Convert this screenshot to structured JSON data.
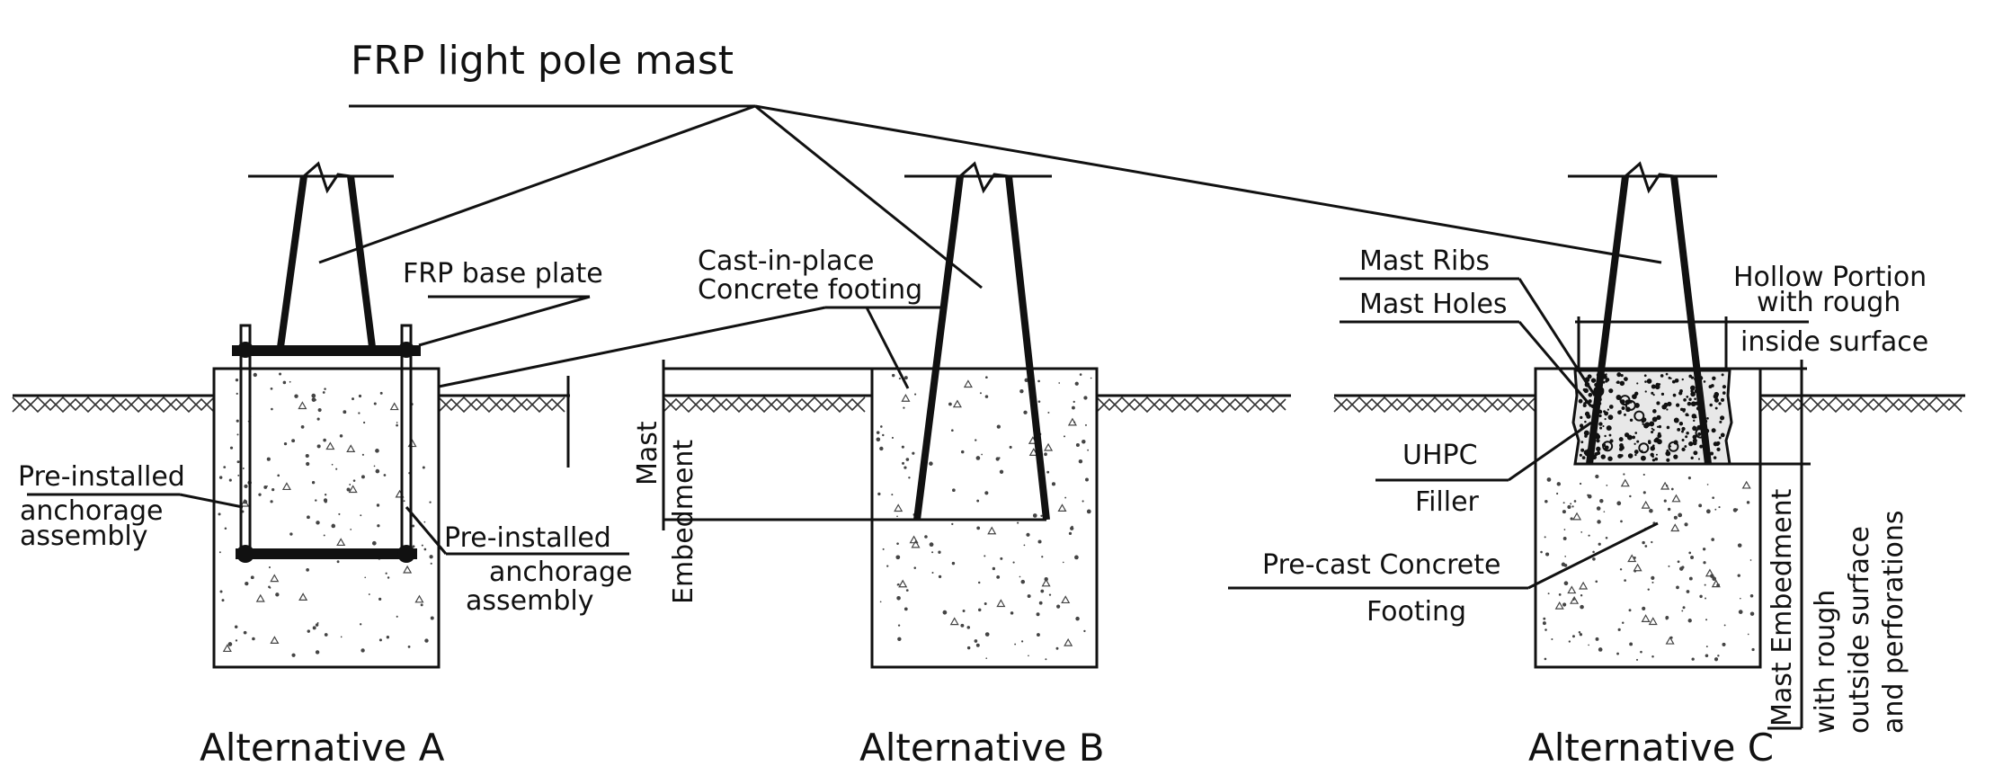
{
  "title": "FRP light pole mast",
  "alt_a": {
    "caption": "Alternative A",
    "base_plate": "FRP base plate",
    "anchor_left": [
      "Pre-installed",
      "anchorage",
      "assembly"
    ],
    "anchor_right": [
      "Pre-installed",
      "anchorage",
      "assembly"
    ]
  },
  "alt_b": {
    "caption": "Alternative B",
    "footing": [
      "Cast-in-place",
      "Concrete footing"
    ],
    "embedment": [
      "Mast",
      "Embedment"
    ]
  },
  "alt_c": {
    "caption": "Alternative C",
    "ribs": "Mast Ribs",
    "holes": "Mast Holes",
    "hollow": [
      "Hollow Portion",
      "with rough",
      "inside surface"
    ],
    "uhpc": [
      "UHPC",
      "Filler"
    ],
    "footing": [
      "Pre-cast Concrete",
      "Footing"
    ],
    "embedment": "Mast Embedment",
    "outside": [
      "with rough",
      "outside surface",
      "and perforations"
    ]
  }
}
